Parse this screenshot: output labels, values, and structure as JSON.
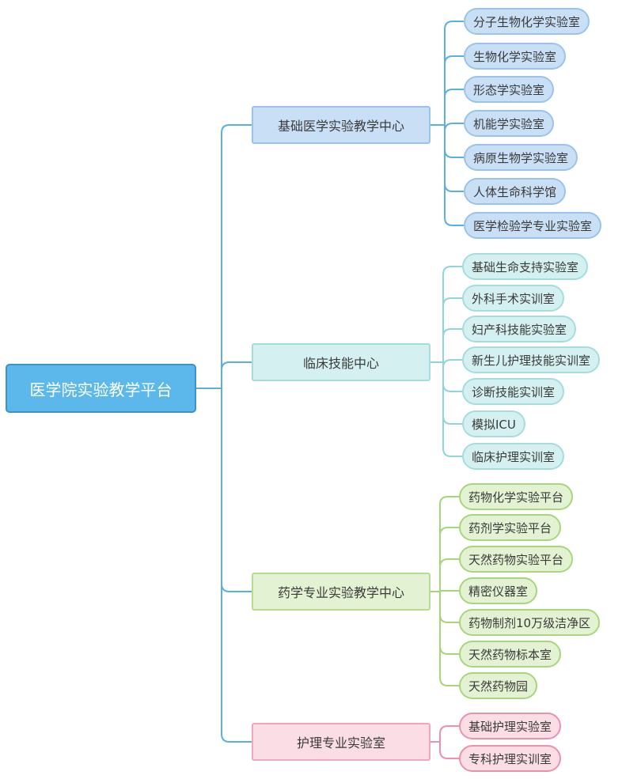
{
  "root": {
    "label": "医学院实验教学平台"
  },
  "branches": [
    {
      "label": "基础医学实验教学中心",
      "color": "#5ab0e0",
      "children": [
        "分子生物化学实验室",
        "生物化学实验室",
        "形态学实验室",
        "机能学实验室",
        "病原生物学实验室",
        "人体生命科学馆",
        "医学检验学专业实验室"
      ]
    },
    {
      "label": "临床技能中心",
      "color": "#8fd6d6",
      "children": [
        "基础生命支持实验室",
        "外科手术实训室",
        "妇产科技能实验室",
        "新生儿护理技能实训室",
        "诊断技能实训室",
        "模拟ICU",
        "临床护理实训室"
      ]
    },
    {
      "label": "药学专业实验教学中心",
      "color": "#a5d67a",
      "children": [
        "药物化学实验平台",
        "药剂学实验平台",
        "天然药物实验平台",
        "精密仪器室",
        "药物制剂10万级洁净区",
        "天然药物标本室",
        "天然药物园"
      ]
    },
    {
      "label": "护理专业实验室",
      "color": "#ee8fae",
      "children": [
        "基础护理实验室",
        "专科护理实训室"
      ]
    }
  ]
}
